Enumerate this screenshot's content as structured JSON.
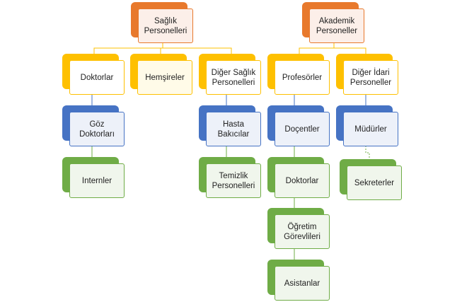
{
  "colors": {
    "orange": "#e8792c",
    "yellow": "#fec000",
    "blue": "#4673c4",
    "green": "#6fac46",
    "connector_yellow": "#fec000",
    "connector_blue": "#4673c4",
    "connector_green": "#6fac46"
  },
  "tree_left": {
    "root": "Sağlık Personelleri",
    "children": {
      "doctors": "Doktorlar",
      "nurses": "Hemşireler",
      "other": "Diğer Sağlık Personelleri"
    },
    "doctors_chain": [
      "Göz Doktorları",
      "Internler"
    ],
    "other_chain": [
      "Hasta Bakıcılar",
      "Temizlik Personelleri"
    ]
  },
  "tree_right": {
    "root": "Akademik Personeller",
    "children": {
      "professors": "Profesörler",
      "admin": "Diğer İdari Personeller"
    },
    "professors_chain": [
      "Doçentler",
      "Doktorlar",
      "Öğretim Görevlileri",
      "Asistanlar"
    ],
    "admin_chain": [
      "Müdürler",
      "Sekreterler"
    ]
  }
}
